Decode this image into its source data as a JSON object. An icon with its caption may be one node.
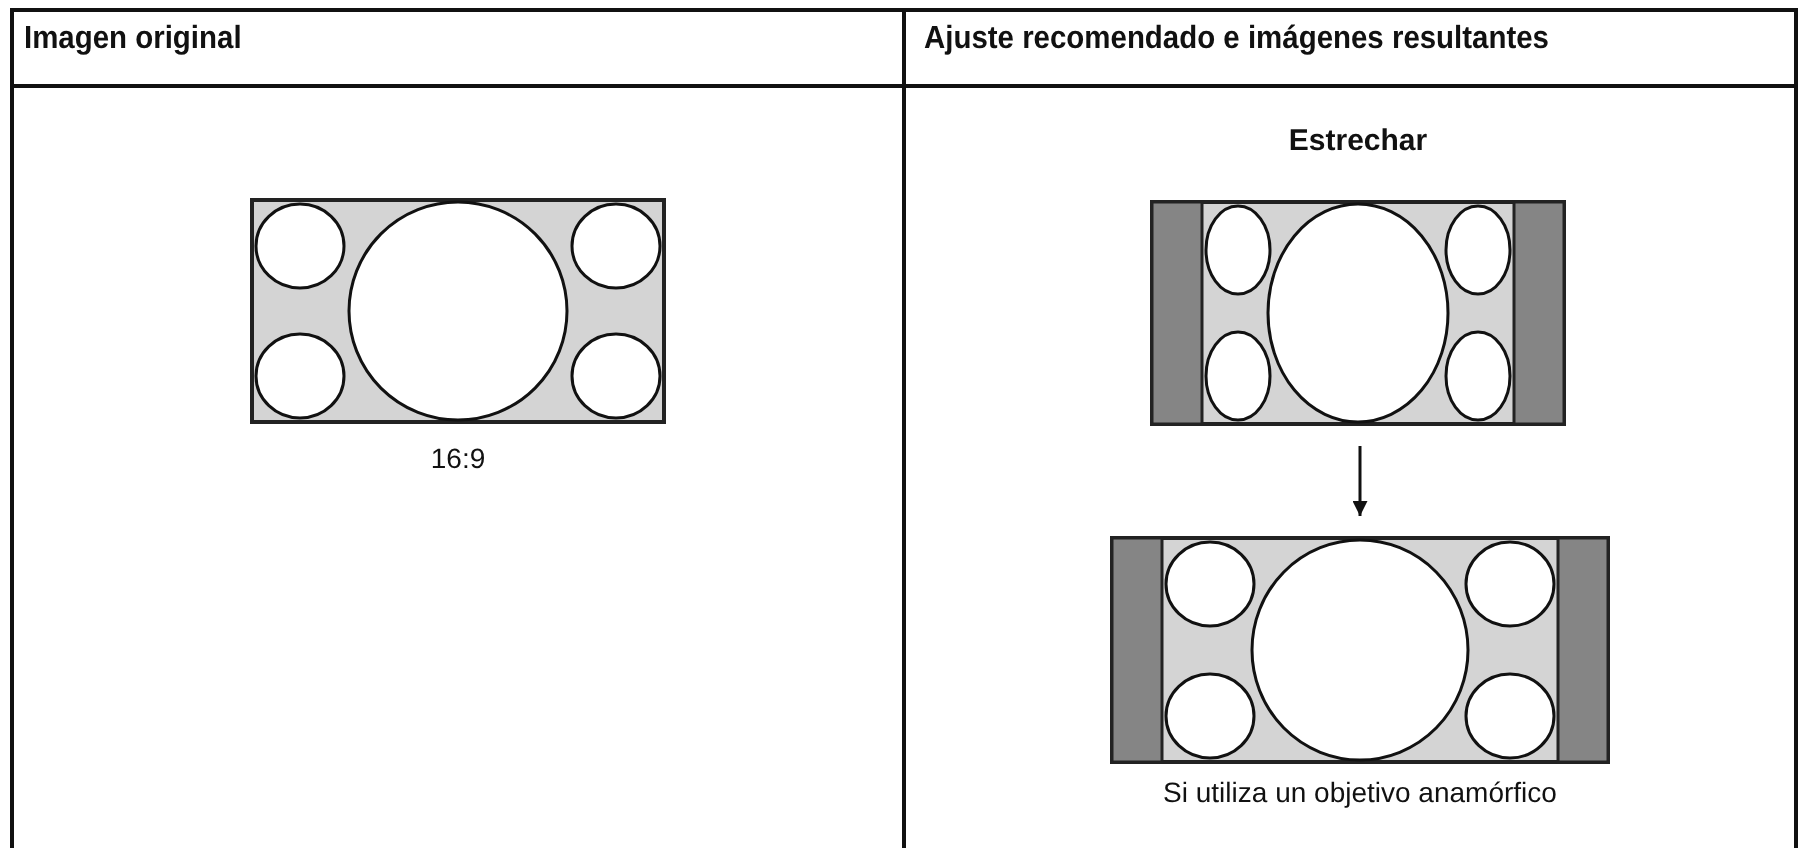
{
  "diagram": {
    "nodes": [
      {
        "text": [],
        "shape": "picture",
        "beside": [
          "16:9"
        ]
      },
      {
        "text": [],
        "shape": "picture",
        "beside": [
          "Estrechar"
        ]
      },
      {
        "text": [],
        "shape": "picture",
        "beside": [
          "Si utiliza un objetivo anamórfico"
        ]
      }
    ],
    "edges": [
      {
        "from": 1,
        "to": 2,
        "arrow": "to"
      }
    ],
    "labels": [
      "Imagen original",
      "Ajuste recomendado e imágenes resultantes"
    ]
  }
}
